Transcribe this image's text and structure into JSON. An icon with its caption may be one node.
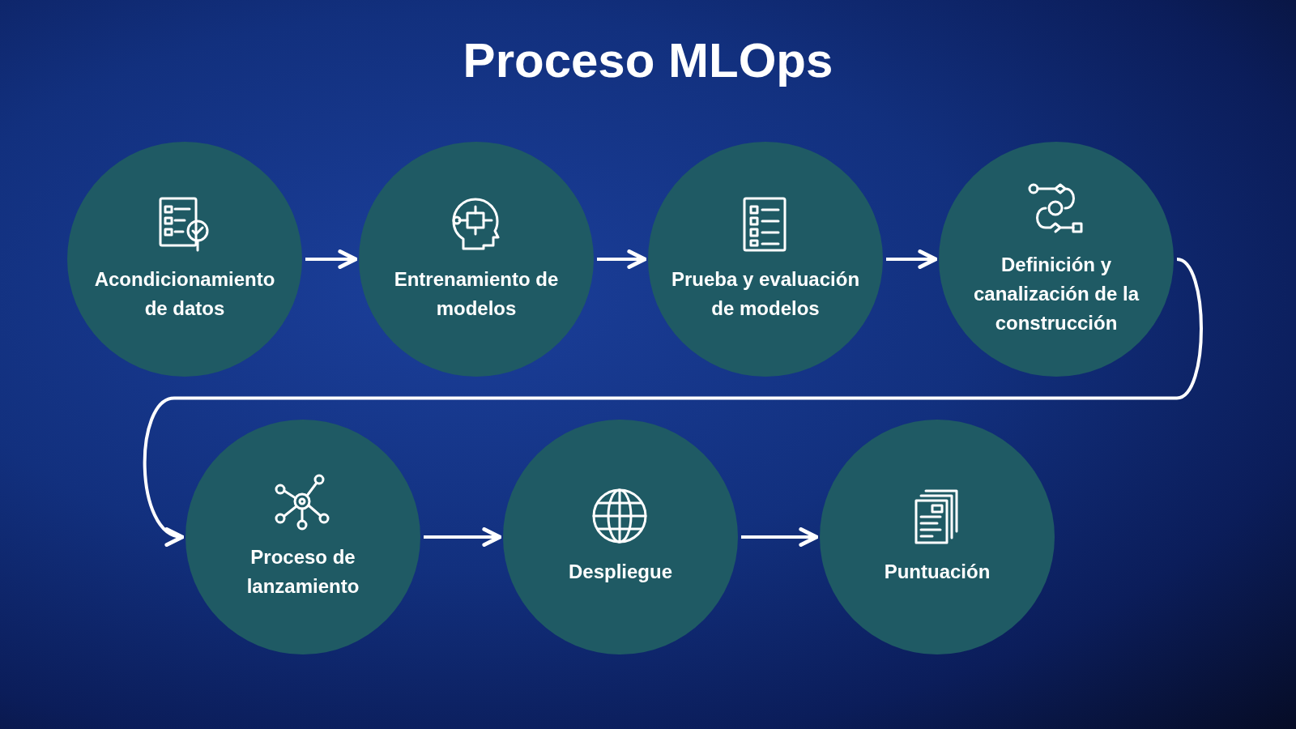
{
  "diagram": {
    "title": "Proceso MLOps",
    "nodes": [
      {
        "text": [
          "Acondicionamiento de datos"
        ]
      },
      {
        "text": [
          "Entrenamiento de modelos"
        ]
      },
      {
        "text": [
          "Prueba y evaluación de modelos"
        ]
      },
      {
        "text": [
          "Definición y canalización de la construcción"
        ]
      },
      {
        "text": [
          "Proceso de lanzamiento"
        ]
      },
      {
        "text": [
          "Despliegue"
        ]
      },
      {
        "text": [
          "Puntuación"
        ]
      }
    ],
    "edges": [
      {
        "from": 0,
        "to": 1,
        "arrow": "to"
      },
      {
        "from": 1,
        "to": 2,
        "arrow": "to"
      },
      {
        "from": 2,
        "to": 3,
        "arrow": "to"
      },
      {
        "from": 3,
        "to": 4,
        "arrow": "to"
      },
      {
        "from": 4,
        "to": 5,
        "arrow": "to"
      },
      {
        "from": 5,
        "to": 6,
        "arrow": "to"
      }
    ]
  }
}
